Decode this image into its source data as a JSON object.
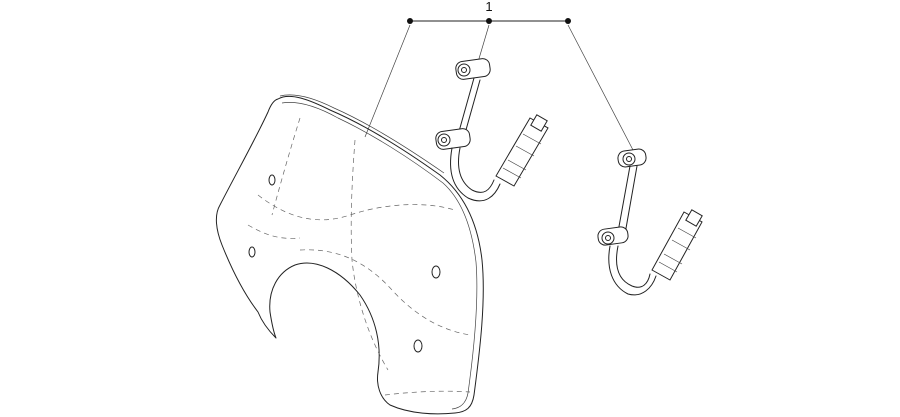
{
  "callout": {
    "number": "1"
  },
  "parts": [
    {
      "name": "windshield-screen"
    },
    {
      "name": "left-mounting-bracket"
    },
    {
      "name": "right-mounting-bracket"
    }
  ]
}
